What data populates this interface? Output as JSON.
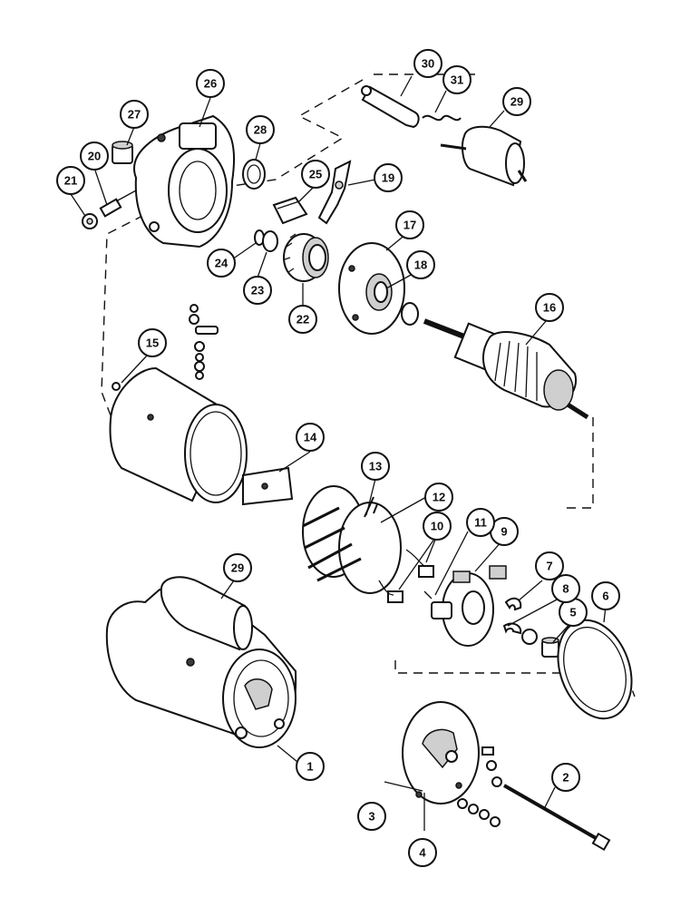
{
  "diagram": {
    "callouts": [
      {
        "id": "1",
        "label": "1"
      },
      {
        "id": "2",
        "label": "2"
      },
      {
        "id": "3",
        "label": "3"
      },
      {
        "id": "4",
        "label": "4"
      },
      {
        "id": "5",
        "label": "5"
      },
      {
        "id": "6",
        "label": "6"
      },
      {
        "id": "7",
        "label": "7"
      },
      {
        "id": "8",
        "label": "8"
      },
      {
        "id": "9",
        "label": "9"
      },
      {
        "id": "10",
        "label": "10"
      },
      {
        "id": "11",
        "label": "11"
      },
      {
        "id": "12",
        "label": "12"
      },
      {
        "id": "13",
        "label": "13"
      },
      {
        "id": "14",
        "label": "14"
      },
      {
        "id": "15",
        "label": "15"
      },
      {
        "id": "16",
        "label": "16"
      },
      {
        "id": "17",
        "label": "17"
      },
      {
        "id": "18",
        "label": "18"
      },
      {
        "id": "19",
        "label": "19"
      },
      {
        "id": "20",
        "label": "20"
      },
      {
        "id": "21",
        "label": "21"
      },
      {
        "id": "22",
        "label": "22"
      },
      {
        "id": "23",
        "label": "23"
      },
      {
        "id": "24",
        "label": "24"
      },
      {
        "id": "25",
        "label": "25"
      },
      {
        "id": "26",
        "label": "26"
      },
      {
        "id": "27",
        "label": "27"
      },
      {
        "id": "28",
        "label": "28"
      },
      {
        "id": "29a",
        "label": "29"
      },
      {
        "id": "29b",
        "label": "29"
      },
      {
        "id": "30",
        "label": "30"
      },
      {
        "id": "31",
        "label": "31"
      }
    ]
  }
}
